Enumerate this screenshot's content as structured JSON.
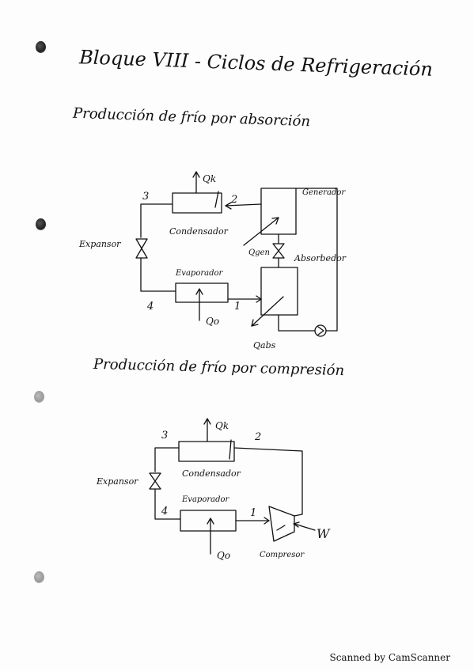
{
  "title": "Bloque VIII - Ciclos de Refrigeración",
  "section1": {
    "heading": "Producción de frío por absorción",
    "labels": {
      "qk": "Qk",
      "n2": "2",
      "n3": "3",
      "n4": "4",
      "n1": "1",
      "generador": "Generador",
      "condensador": "Condensador",
      "expansor": "Expansor",
      "qgen": "Qgen",
      "absorbedor": "Absorbedor",
      "evaporador": "Evaporador",
      "qo": "Qo",
      "qabs": "Qabs"
    }
  },
  "section2": {
    "heading": "Producción de frío por compresión",
    "labels": {
      "qk": "Qk",
      "n3": "3",
      "n2": "2",
      "condensador": "Condensador",
      "expansor": "Expansor",
      "evaporador": "Evaporador",
      "n4": "4",
      "n1": "1",
      "w": "W",
      "compresor": "Compresor",
      "qo": "Qo"
    }
  },
  "footer": "Scanned by CamScanner"
}
